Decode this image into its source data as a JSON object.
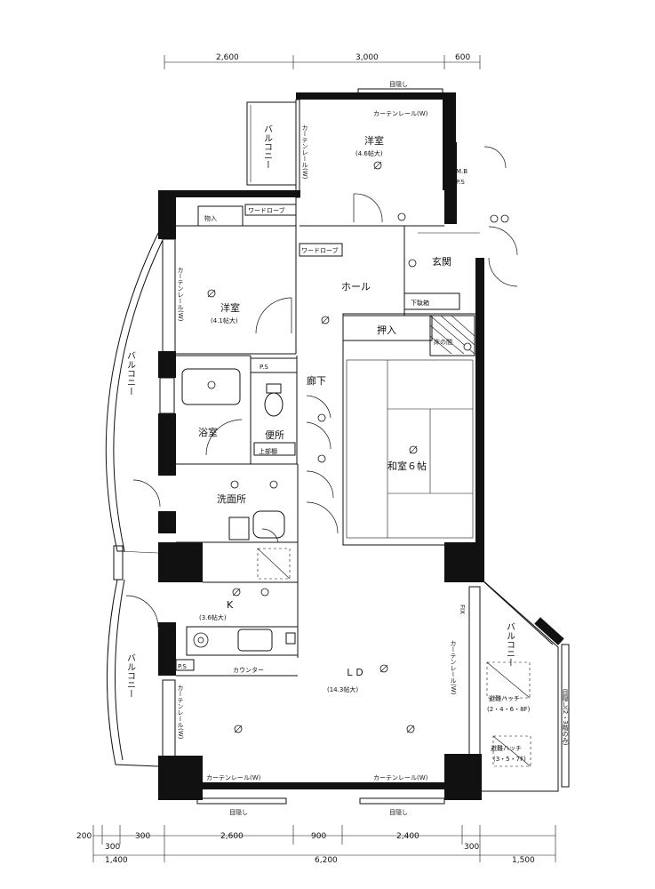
{
  "rooms": {
    "western_north": "洋室",
    "western_north_size": "(4.6帖大)",
    "western_west": "洋室",
    "western_west_size": "(4.1帖大)",
    "hall": "ホール",
    "entrance": "玄関",
    "shoe_box": "下駄箱",
    "closet_oshiire": "押入",
    "tokonoma": "床の間",
    "washitsu": "和室６帖",
    "corridor": "廊下",
    "bath": "浴室",
    "toilet": "便所",
    "upper_cabinet": "上部棚",
    "washroom": "洗面所",
    "kitchen": "K",
    "kitchen_size": "(3.6帖大)",
    "counter": "カウンター",
    "ld": "ＬＤ",
    "ld_size": "(14.3帖大)",
    "storage": "物入",
    "wardrobe_1": "ワードローブ",
    "wardrobe_2": "ワードローブ",
    "mbps": "M.B",
    "mbps_2": "P.S",
    "ps_1": "P.S",
    "ps_2": "P.S"
  },
  "balconies": {
    "north": "バルコニー",
    "west_upper": "バルコニー",
    "west_lower": "バルコニー",
    "east": "バルコニー"
  },
  "labels": {
    "mekakushi_top": "目隠し",
    "mekakushi_bottom_left": "目隠し",
    "mekakushi_bottom_right": "目隠し",
    "curtain_rail_top": "カーテンレール(W)",
    "curtain_rail_vertical_1": "カーテンレール(W)",
    "curtain_rail_vertical_2": "カーテンレール(W)",
    "curtain_rail_vertical_3": "カーテンレール(W)",
    "curtain_rail_vertical_4": "カーテンレール(W)",
    "curtain_rail_bottom_left": "カーテンレール(W)",
    "curtain_rail_bottom_right": "カーテンレール(W)",
    "fix": "FIX",
    "hatch_1": "避難ハッチ",
    "hatch_1_floors": "(2・4・6・8F)",
    "hatch_2": "避難ハッチ",
    "hatch_2_floors": "(3・5・7F)",
    "screen_note": "目隠し(2・3階のみ)"
  },
  "dimensions": {
    "top": [
      "2,600",
      "3,000",
      "600"
    ],
    "bottom_row1": [
      "200",
      "300",
      "2,600",
      "900",
      "2,400",
      "300"
    ],
    "bottom_row1b": [
      "300"
    ],
    "bottom_row2": [
      "1,400",
      "6,200",
      "1,500"
    ]
  }
}
